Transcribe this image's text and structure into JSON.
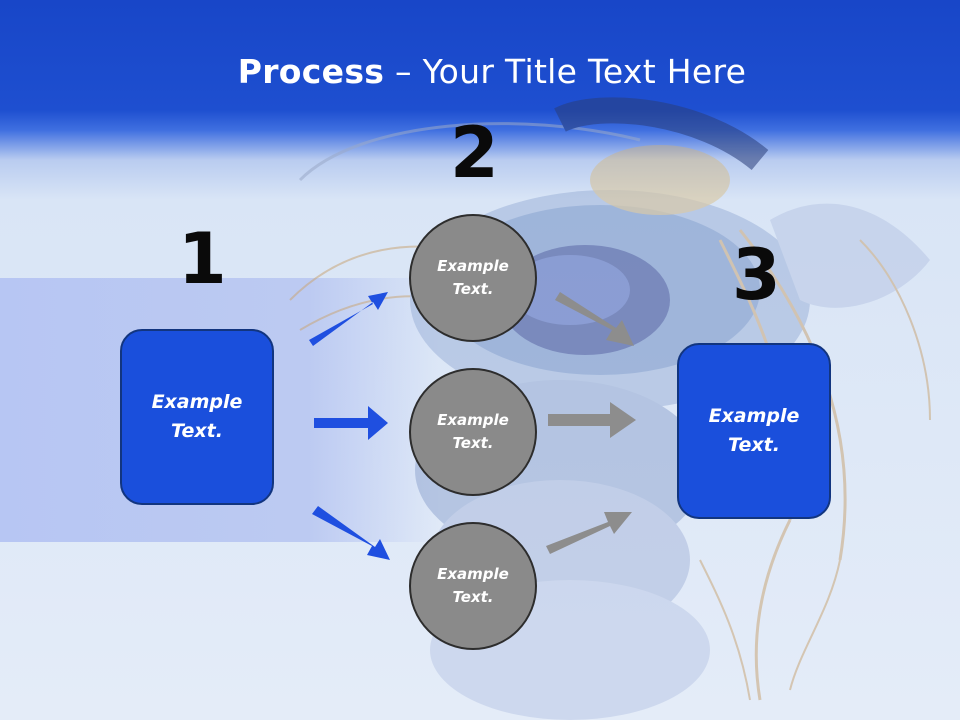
{
  "title": {
    "bold": "Process",
    "rest": " – Your Title Text Here"
  },
  "steps": {
    "n1": "1",
    "n2": "2",
    "n3": "3"
  },
  "boxes": {
    "left": {
      "line1": "Example",
      "line2": "Text."
    },
    "right": {
      "line1": "Example",
      "line2": "Text."
    }
  },
  "circles": [
    {
      "line1": "Example",
      "line2": "Text."
    },
    {
      "line1": "Example",
      "line2": "Text."
    },
    {
      "line1": "Example",
      "line2": "Text."
    }
  ],
  "colors": {
    "header": "#1846c8",
    "box": "#1a4fdc",
    "circle": "#8a8a8a",
    "blue_arrow": "#1f4fe0",
    "gray_arrow": "#8d8d8d"
  }
}
